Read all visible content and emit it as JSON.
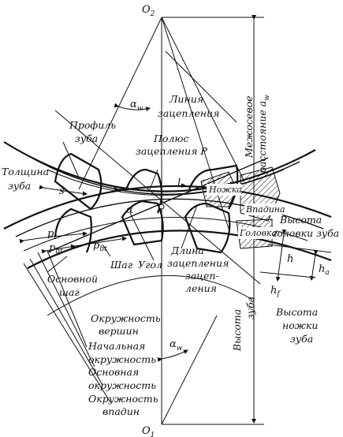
{
  "labels": {
    "o2": "O",
    "o2_sub": "2",
    "o1": "O",
    "o1_sub": "1",
    "alpha_w_top": "α",
    "alpha_w_top_sub": "w",
    "alpha_w_bottom": "α",
    "alpha_w_bottom_sub": "w",
    "line_of_action_1": "Линия",
    "line_of_action_2": "зацепления",
    "center_distance_1": "Межосевое",
    "center_distance_2": "расстояние a",
    "center_distance_sub": "w",
    "tooth_profile_1": "Профиль",
    "tooth_profile_2": "зуба",
    "pitch_point_1": "Полюс",
    "pitch_point_2": "зацепления P",
    "thickness_1": "Толщина",
    "thickness_2": "зуба",
    "s": "s",
    "l": "l",
    "alpha": "α",
    "dedendum_box": "Ножка",
    "space_box": "Впадина",
    "addendum_box": "Головка",
    "addendum_height_1": "Высота",
    "addendum_height_2": "головки зуба",
    "pt": "p",
    "pt_sub": "t",
    "pbt": "p",
    "pbt_sub": "bt",
    "pbt2": "p",
    "pbt2_sub": "bt",
    "pitch": "Шаг",
    "base_pitch_1": "Основной",
    "base_pitch_2": "шаг",
    "angle": "Угол",
    "length_1": "Длина",
    "length_2": "зацепления",
    "length_3": "зацеп-",
    "length_4": "ления",
    "tooth_height_1": "Высота",
    "tooth_height_2": "зуба",
    "h": "h",
    "ha": "h",
    "ha_sub": "a",
    "hf": "h",
    "hf_sub": "f",
    "dedendum_height_1": "Высота",
    "dedendum_height_2": "ножки",
    "dedendum_height_3": "зуба",
    "tip_circle_1": "Окружность",
    "tip_circle_2": "вершин",
    "pitch_circle_1": "Начальная",
    "pitch_circle_2": "окружность",
    "base_circle_1": "Основная",
    "base_circle_2": "окружность",
    "root_circle_1": "Окружность",
    "root_circle_2": "впадин"
  }
}
